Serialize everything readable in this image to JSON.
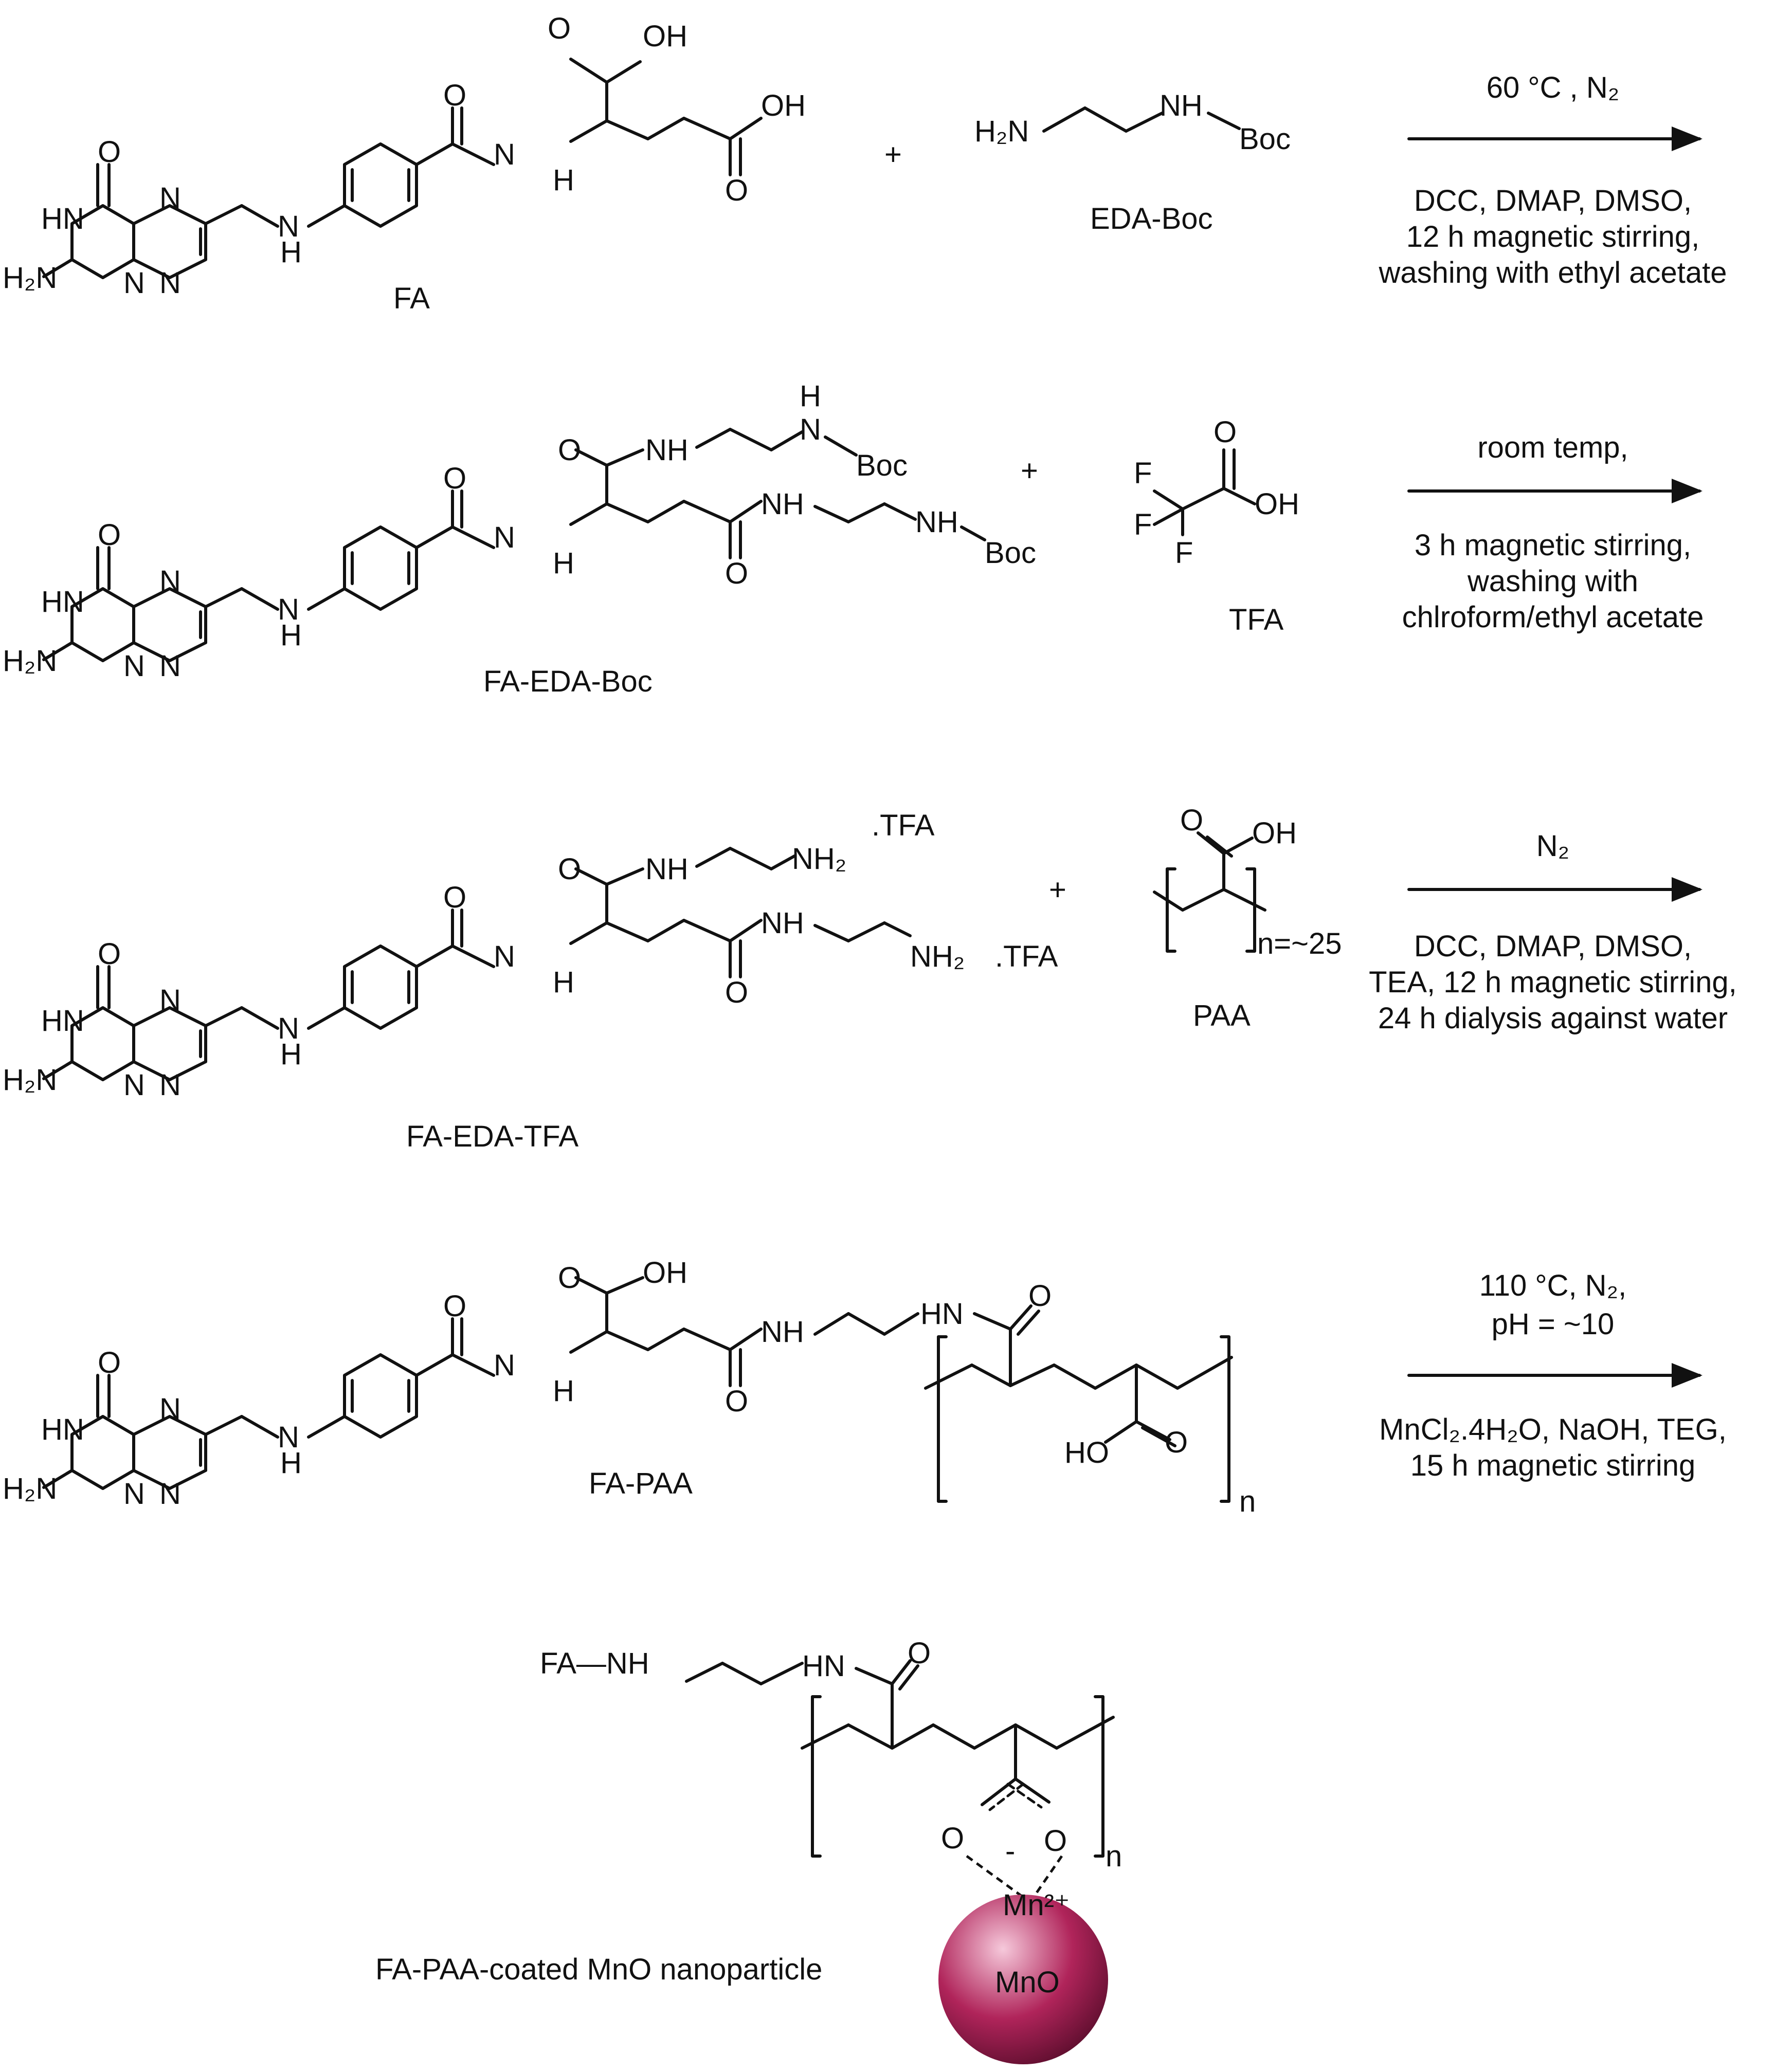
{
  "compounds": {
    "fa": "FA",
    "eda_boc": "EDA-Boc",
    "fa_eda_boc": "FA-EDA-Boc",
    "tfa": "TFA",
    "fa_eda_tfa": "FA-EDA-TFA",
    "paa": "PAA",
    "fa_paa": "FA-PAA",
    "final": "FA-PAA-coated MnO nanoparticle"
  },
  "operators": {
    "plus": "+"
  },
  "conditions": {
    "step1_above": "60 °C , N₂",
    "step1_below": [
      "DCC, DMAP, DMSO,",
      "12 h magnetic stirring,",
      "washing with ethyl acetate"
    ],
    "step2_above": "room temp,",
    "step2_below": [
      "3 h magnetic stirring,",
      "washing with",
      "chlroform/ethyl acetate"
    ],
    "step3_above": "N₂",
    "step3_below": [
      "DCC, DMAP, DMSO,",
      "TEA, 12 h magnetic stirring,",
      "24 h dialysis against water"
    ],
    "step4_above": [
      "110 °C, N₂,",
      "pH = ~10"
    ],
    "step4_below": [
      "MnCl₂.4H₂O, NaOH, TEG,",
      "15 h magnetic stirring"
    ]
  },
  "atoms": {
    "O": "O",
    "OH": "OH",
    "HO": "HO",
    "HN": "HN",
    "NH": "NH",
    "N": "N",
    "H": "H",
    "H2N": "H₂N",
    "NH2": "NH₂",
    "Boc": "Boc",
    "F": "F",
    "TFA_salt": ".TFA",
    "n_paa": "n=~25",
    "n": "n",
    "fa_nh": "FA—NH",
    "mn": "Mn²⁺",
    "mno": "MnO",
    "minus": "-"
  },
  "colors": {
    "ink": "#111111",
    "nanoparticle_highlight": "#f6c9db",
    "nanoparticle_core": "#b0245a",
    "nanoparticle_edge": "#5a0d2c"
  }
}
